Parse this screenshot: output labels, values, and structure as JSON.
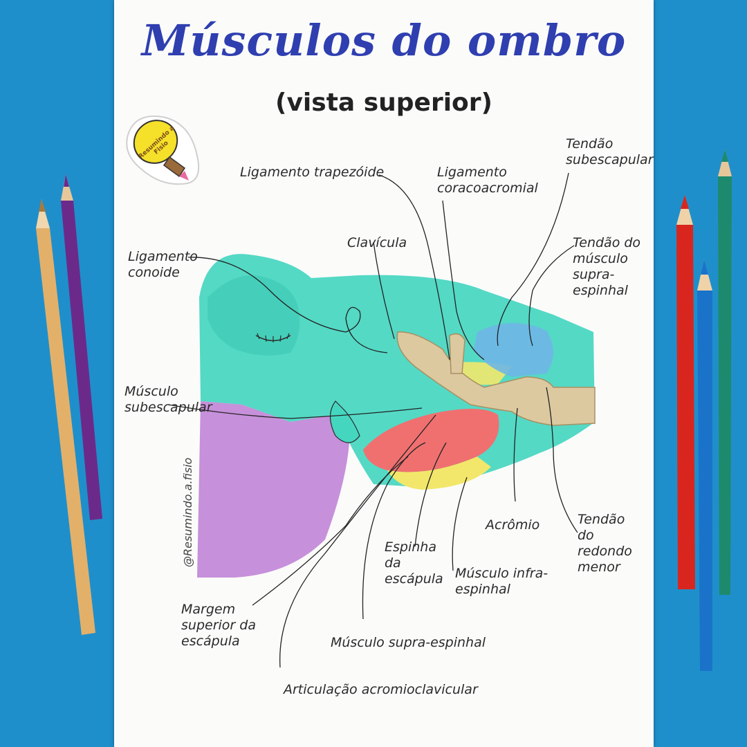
{
  "title": "Músculos do ombro",
  "subtitle": "(vista superior)",
  "sticker": "Resumindo a Fisio",
  "watermark": "@Resumindo.a.fisio",
  "labels": {
    "ligamento_trapezoide": "Ligamento trapezóide",
    "ligamento_coracoacromial": "Ligamento coracoacromial",
    "tendao_subescapular": "Tendão subescapular",
    "ligamento_conoide": "Ligamento conoide",
    "clavicula": "Clavícula",
    "tendao_supra": "Tendão do músculo supra-espinhal",
    "musculo_subescapular": "Músculo subescapular",
    "acromio": "Acrômio",
    "tendao_redondo": "Tendão do redondo menor",
    "espinha_escapula": "Espinha da escápula",
    "musculo_infra": "Músculo infra-espinhal",
    "margem_superior": "Margem superior da escápula",
    "musculo_supra": "Músculo supra-espinhal",
    "articulacao": "Articulação acromioclavicular"
  },
  "colors": {
    "background": "#1f8fcb",
    "title": "#2f3fb0",
    "teal": "#45d6c0",
    "purple": "#c084d6",
    "red": "#f07070",
    "yellow": "#f2e76a",
    "bone": "#dcc9a0",
    "blue": "#6fb6e6"
  }
}
